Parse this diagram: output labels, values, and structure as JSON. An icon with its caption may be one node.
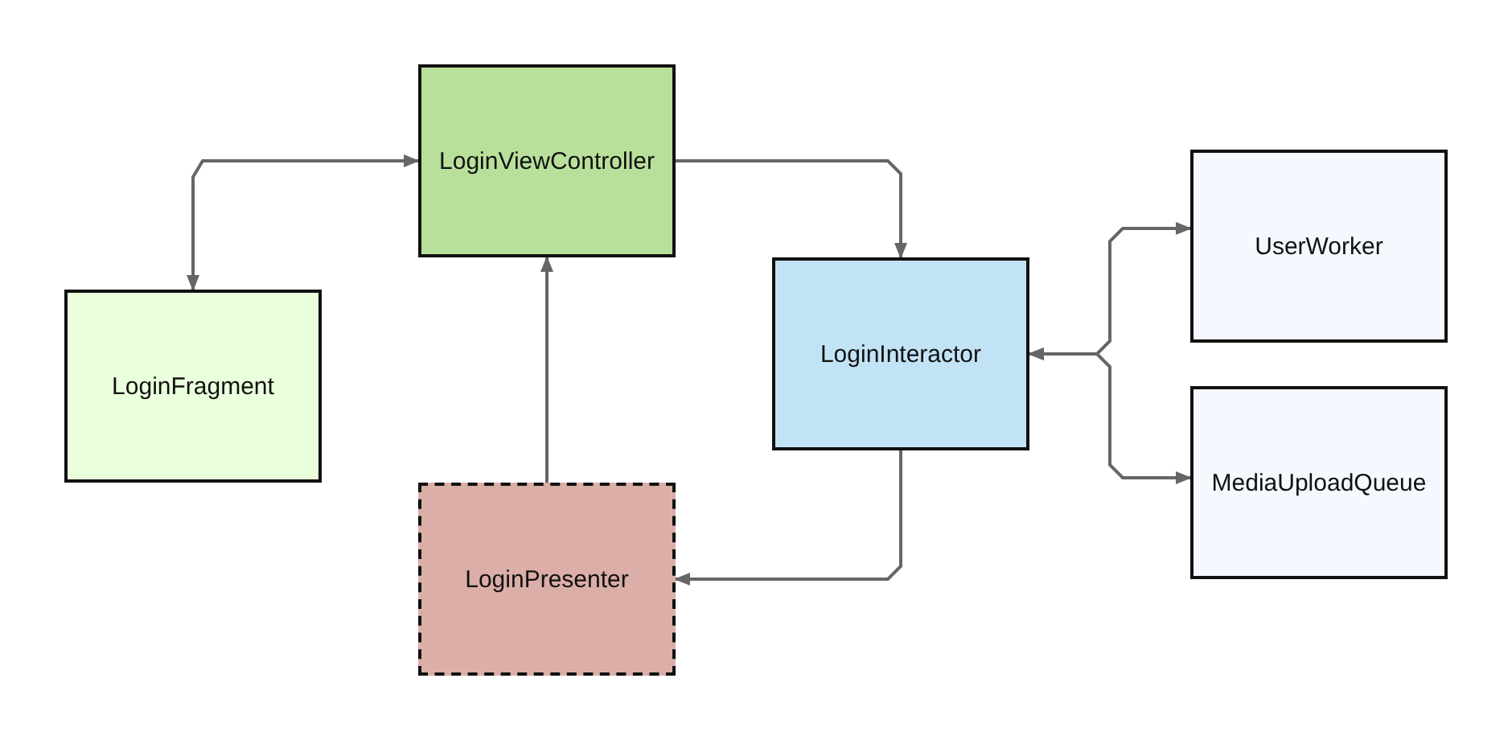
{
  "diagram": {
    "nodes": [
      {
        "text": [
          "LoginViewController"
        ]
      },
      {
        "text": [
          "LoginFragment"
        ]
      },
      {
        "text": [
          "LoginInteractor"
        ]
      },
      {
        "text": [
          "UserWorker"
        ]
      },
      {
        "text": [
          "MediaUploadQueue"
        ]
      },
      {
        "text": [
          "LoginPresenter"
        ]
      }
    ],
    "edges": [
      {
        "from": 1,
        "to": 0,
        "arrow": "both"
      },
      {
        "from": 0,
        "to": 2,
        "arrow": "to"
      },
      {
        "from": 2,
        "to": 3,
        "arrow": "both"
      },
      {
        "from": 2,
        "to": 4,
        "arrow": "both"
      },
      {
        "from": 2,
        "to": 5,
        "arrow": "to"
      },
      {
        "from": 5,
        "to": 0,
        "arrow": "to"
      }
    ]
  }
}
